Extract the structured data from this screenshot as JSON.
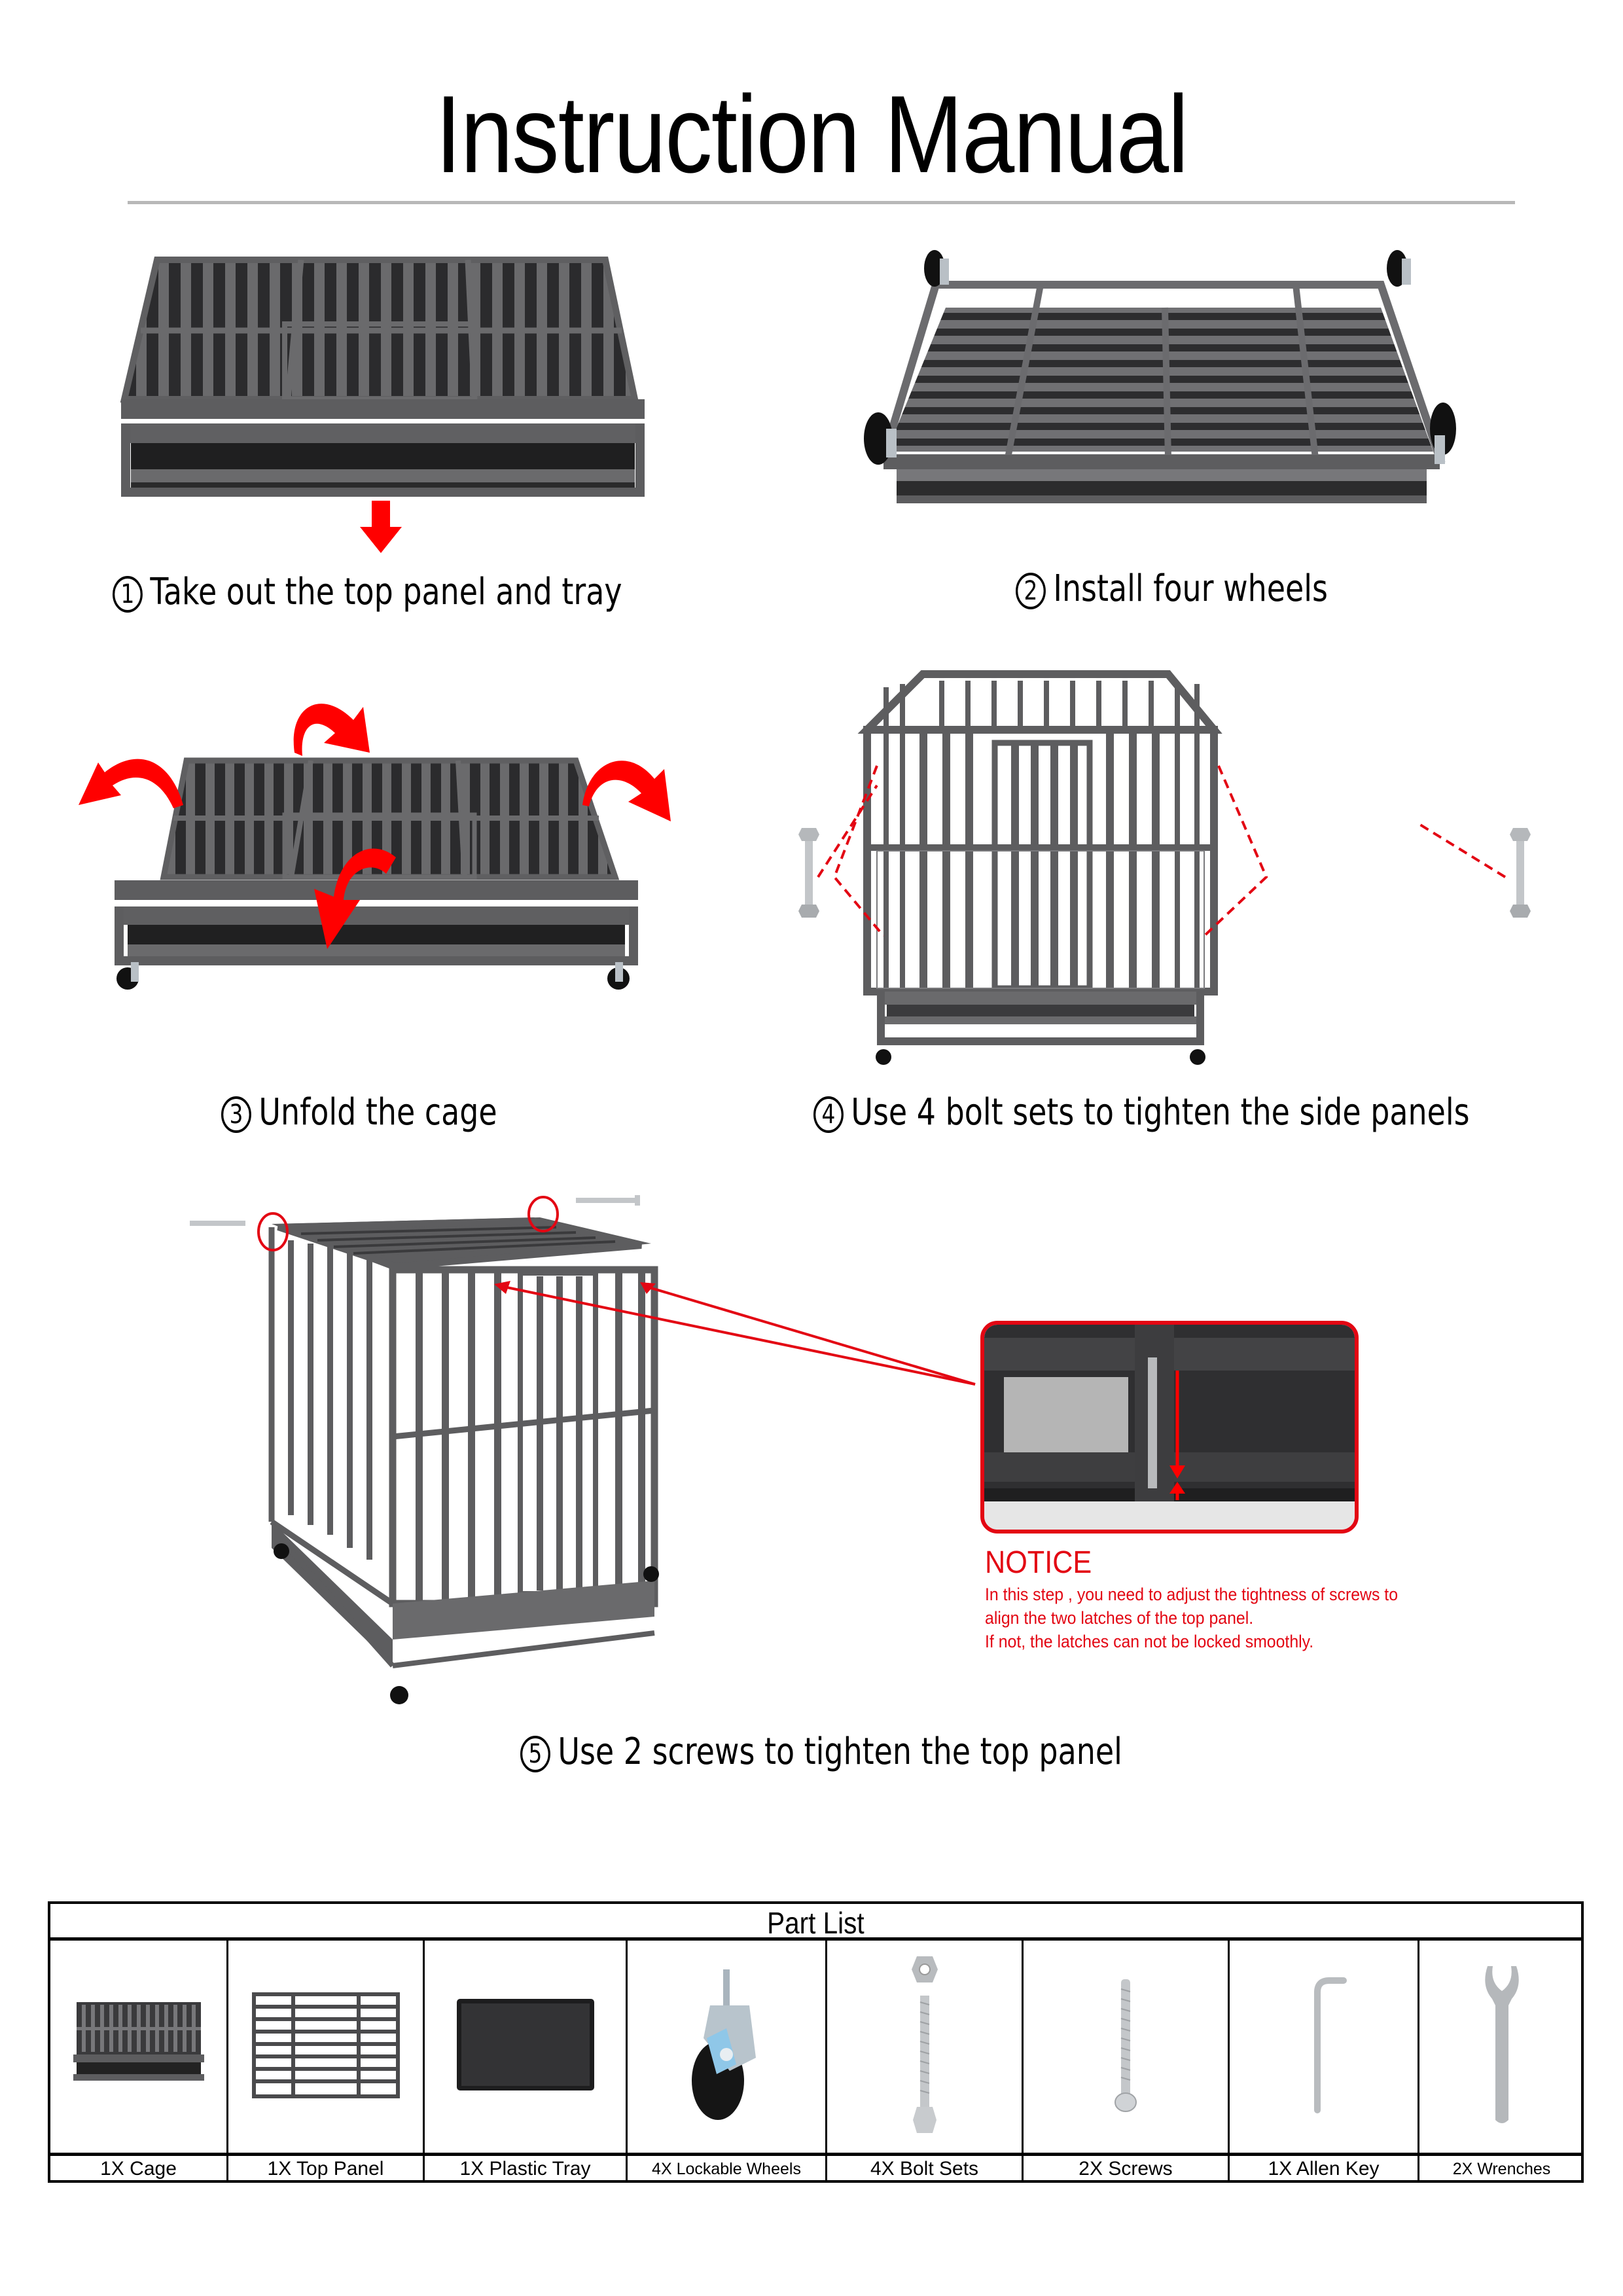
{
  "title": "Instruction Manual",
  "colors": {
    "accent_red": "#e30613",
    "steel": "#5d5d5f",
    "steel_dark": "#3b3b3d",
    "rule_gray": "#b8b8b8"
  },
  "steps": [
    {
      "number": "1",
      "text": "Take out the top panel and tray",
      "figure": "folded-cage-with-down-arrow"
    },
    {
      "number": "2",
      "text": "Install four wheels",
      "figure": "upside-down-base-with-wheels"
    },
    {
      "number": "3",
      "text": "Unfold the cage",
      "figure": "folded-cage-with-unfold-arrows"
    },
    {
      "number": "4",
      "text": "Use 4 bolt sets to tighten the side panels",
      "figure": "assembled-cage-front-with-bolts"
    },
    {
      "number": "5",
      "text": "Use 2 screws to tighten the top panel",
      "figure": "assembled-cage-with-top-screws"
    }
  ],
  "notice": {
    "title": "NOTICE",
    "lines": [
      "In this step , you need to adjust the tightness of screws to",
      "align the two latches of the top panel.",
      "If not, the latches can not be locked smoothly."
    ]
  },
  "part_list": {
    "header": "Part List",
    "items": [
      {
        "label": "1X Cage",
        "icon": "folded-cage"
      },
      {
        "label": "1X Top Panel",
        "icon": "top-panel-grid"
      },
      {
        "label": "1X Plastic Tray",
        "icon": "plastic-tray"
      },
      {
        "label": "4X Lockable Wheels",
        "icon": "caster-wheel"
      },
      {
        "label": "4X Bolt Sets",
        "icon": "bolt-and-nut"
      },
      {
        "label": "2X Screws",
        "icon": "screw"
      },
      {
        "label": "1X Allen Key",
        "icon": "allen-key"
      },
      {
        "label": "2X Wrenches",
        "icon": "wrench"
      }
    ]
  }
}
